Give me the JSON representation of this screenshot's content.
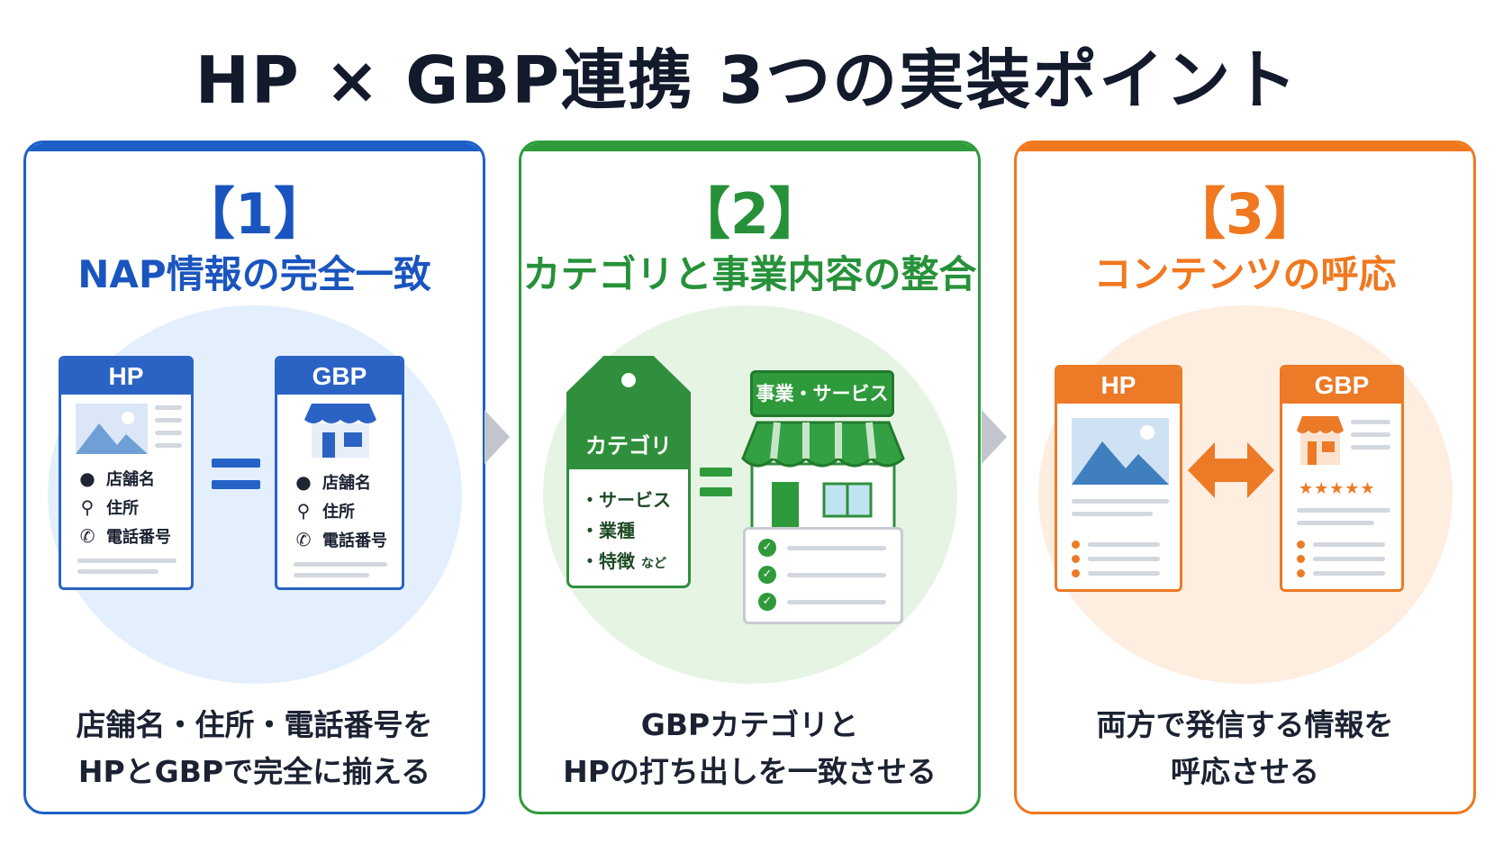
{
  "title": "HP × GBP連携 3つの実装ポイント",
  "cards": [
    {
      "number": "【1】",
      "heading": "NAP情報の完全一致",
      "left_page_label": "HP",
      "right_page_label": "GBP",
      "nap_items": [
        "店舗名",
        "住所",
        "電話番号"
      ],
      "description_lines": [
        "店舗名・住所・電話番号を",
        "HPとGBPで完全に揃える"
      ],
      "accent_color": "#1e5fc7"
    },
    {
      "number": "【2】",
      "heading": "カテゴリと事業内容の整合",
      "tag_title": "カテゴリ",
      "tag_items": [
        "・サービス",
        "・業種",
        "・特徴"
      ],
      "tag_suffix": "など",
      "banner": "事業・サービス",
      "description_lines": [
        "GBPカテゴリと",
        "HPの打ち出しを一致させる"
      ],
      "accent_color": "#2e9b3c"
    },
    {
      "number": "【3】",
      "heading": "コンテンツの呼応",
      "left_page_label": "HP",
      "right_page_label": "GBP",
      "description_lines": [
        "両方で発信する情報を",
        "呼応させる"
      ],
      "accent_color": "#f0781f"
    }
  ],
  "icons": {
    "person": "person-icon",
    "location": "location-pin-icon",
    "phone": "phone-icon",
    "store": "storefront-icon",
    "image": "image-placeholder-icon",
    "check": "check-icon",
    "arrow": "double-arrow-icon",
    "chevron": "chevron-right-icon"
  }
}
